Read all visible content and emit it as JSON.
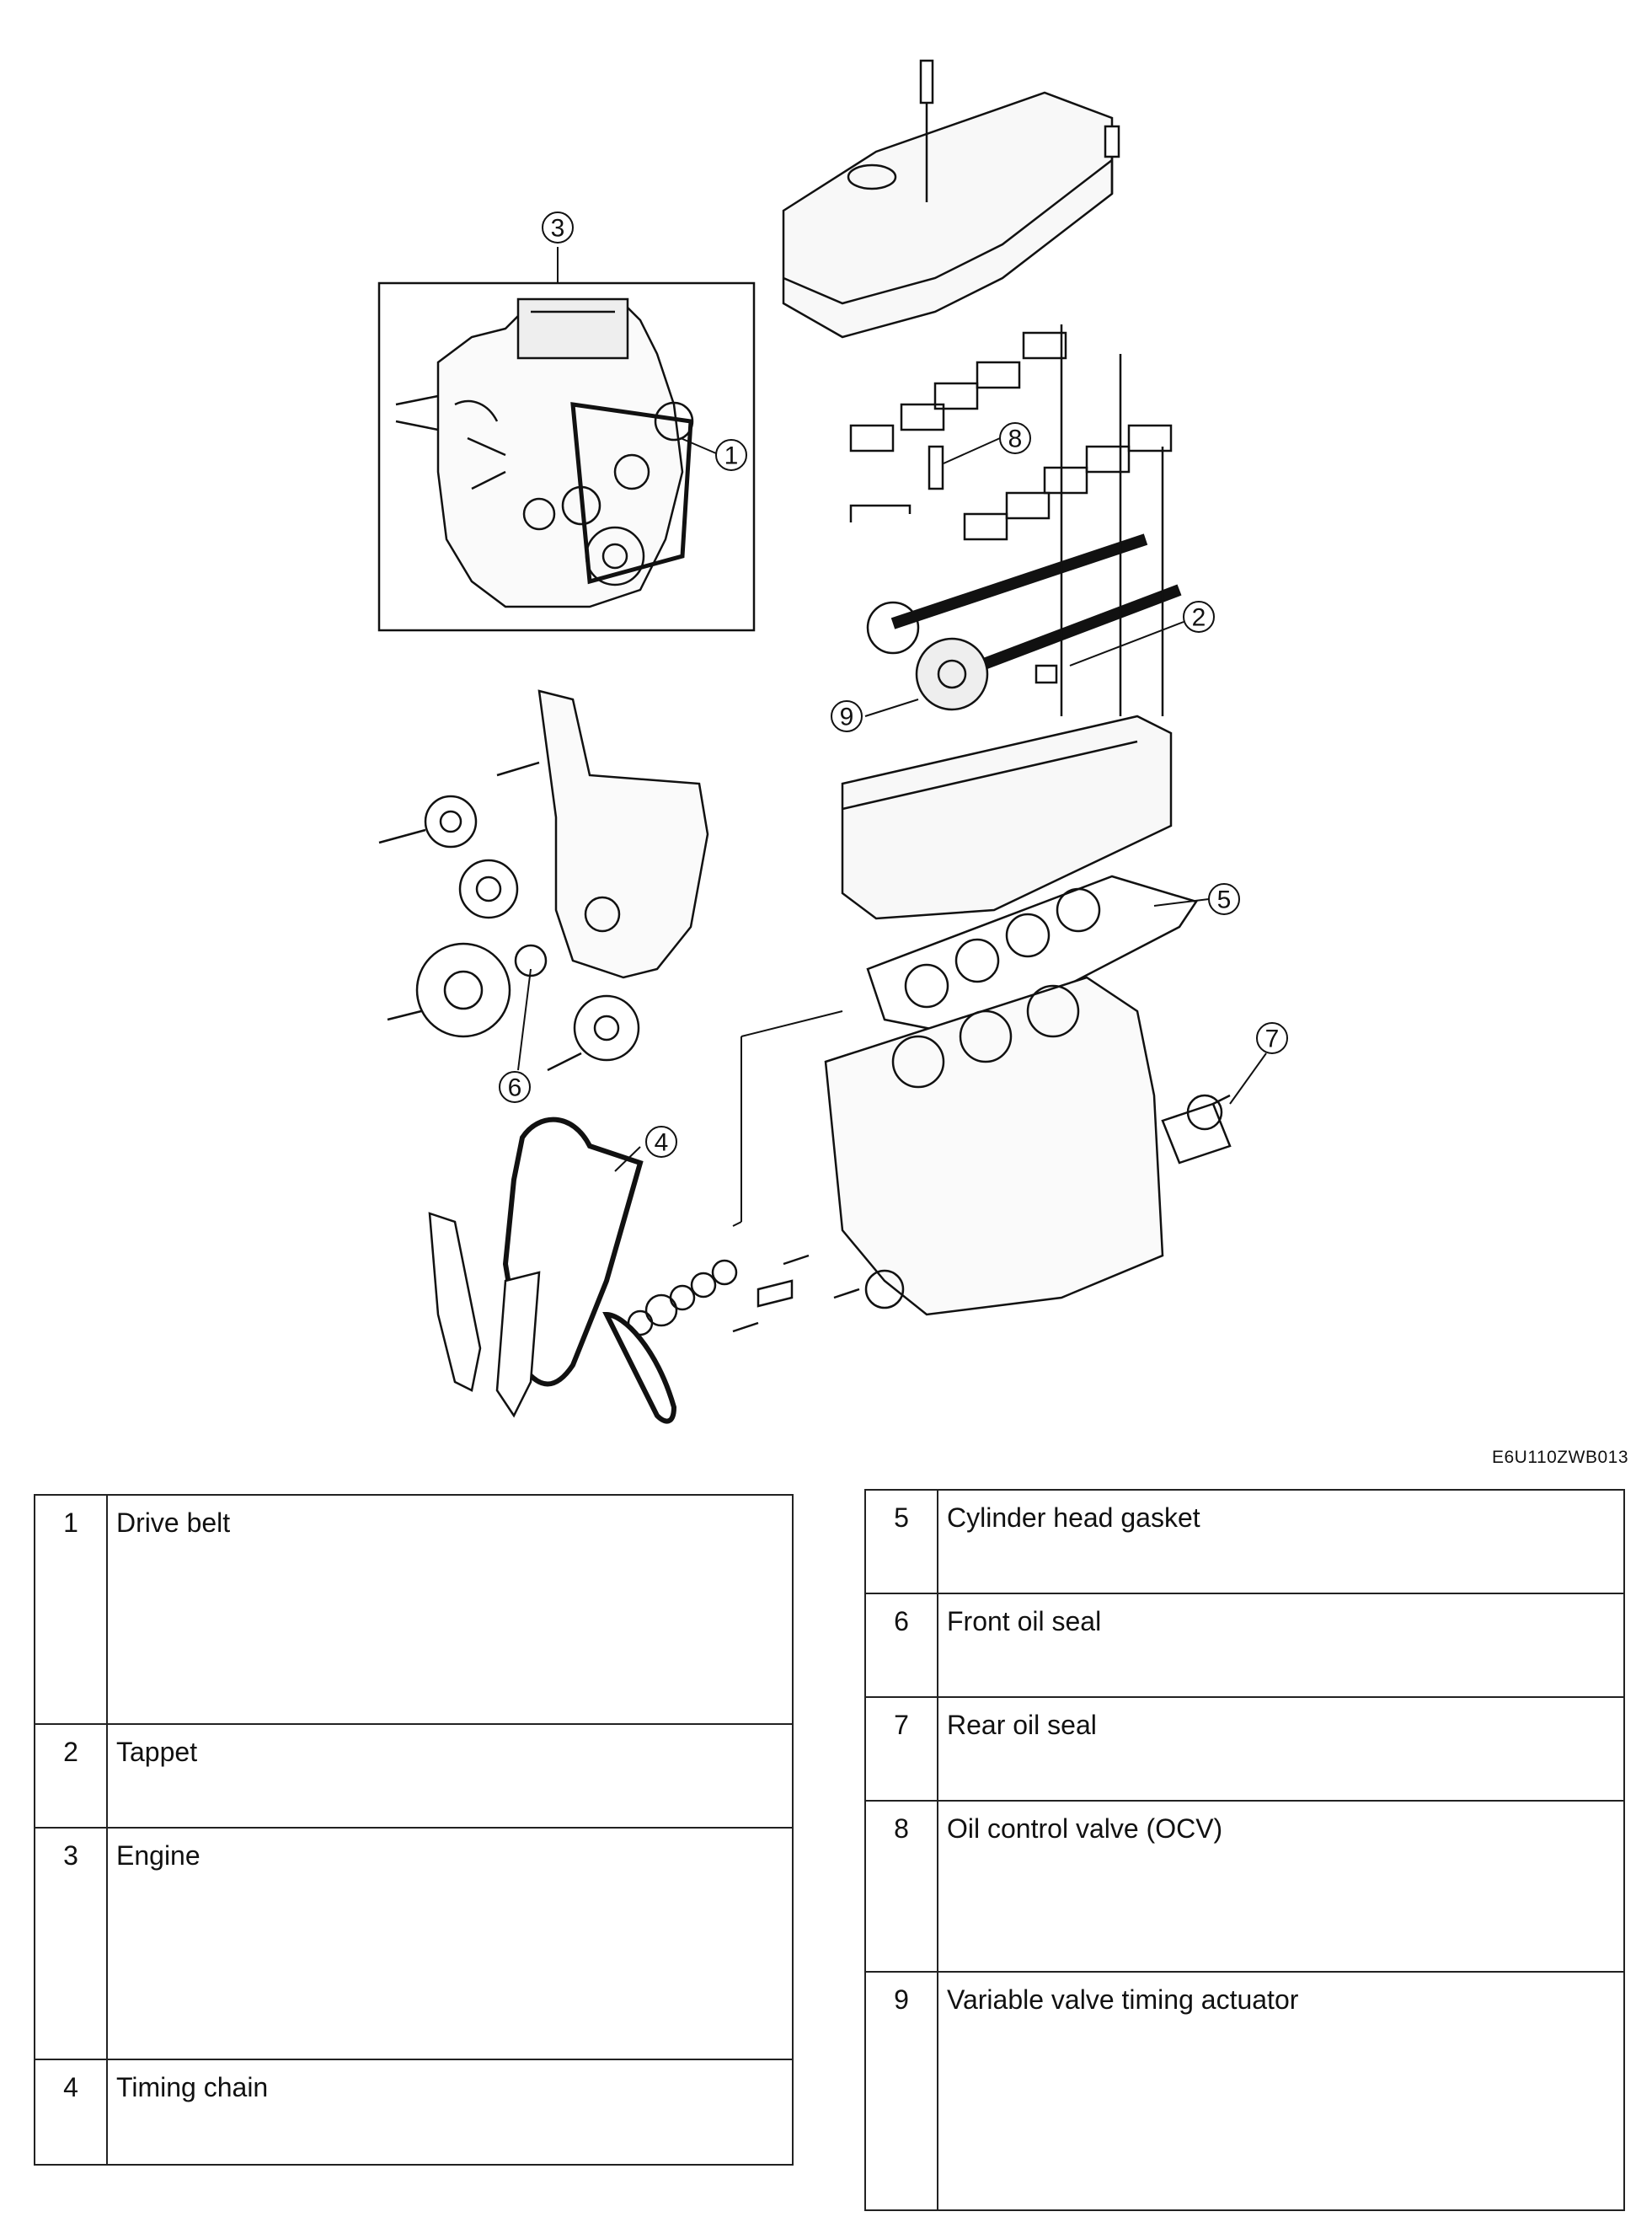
{
  "figure_code": "E6U110ZWB013",
  "callouts": [
    "1",
    "2",
    "3",
    "4",
    "5",
    "6",
    "7",
    "8",
    "9"
  ],
  "icons": [
    "engine-assembly",
    "cylinder-head-cover",
    "camshafts",
    "cylinder-head",
    "cylinder-head-gasket",
    "cylinder-block",
    "engine-front-cover",
    "timing-chain"
  ],
  "parts_left": [
    {
      "num": "1",
      "name": "Drive belt"
    },
    {
      "num": "2",
      "name": "Tappet"
    },
    {
      "num": "3",
      "name": "Engine"
    },
    {
      "num": "4",
      "name": "Timing chain"
    }
  ],
  "parts_right": [
    {
      "num": "5",
      "name": "Cylinder head gasket"
    },
    {
      "num": "6",
      "name": "Front oil seal"
    },
    {
      "num": "7",
      "name": "Rear oil seal"
    },
    {
      "num": "8",
      "name": "Oil control valve (OCV)"
    },
    {
      "num": "9",
      "name": "Variable valve timing actuator"
    }
  ]
}
